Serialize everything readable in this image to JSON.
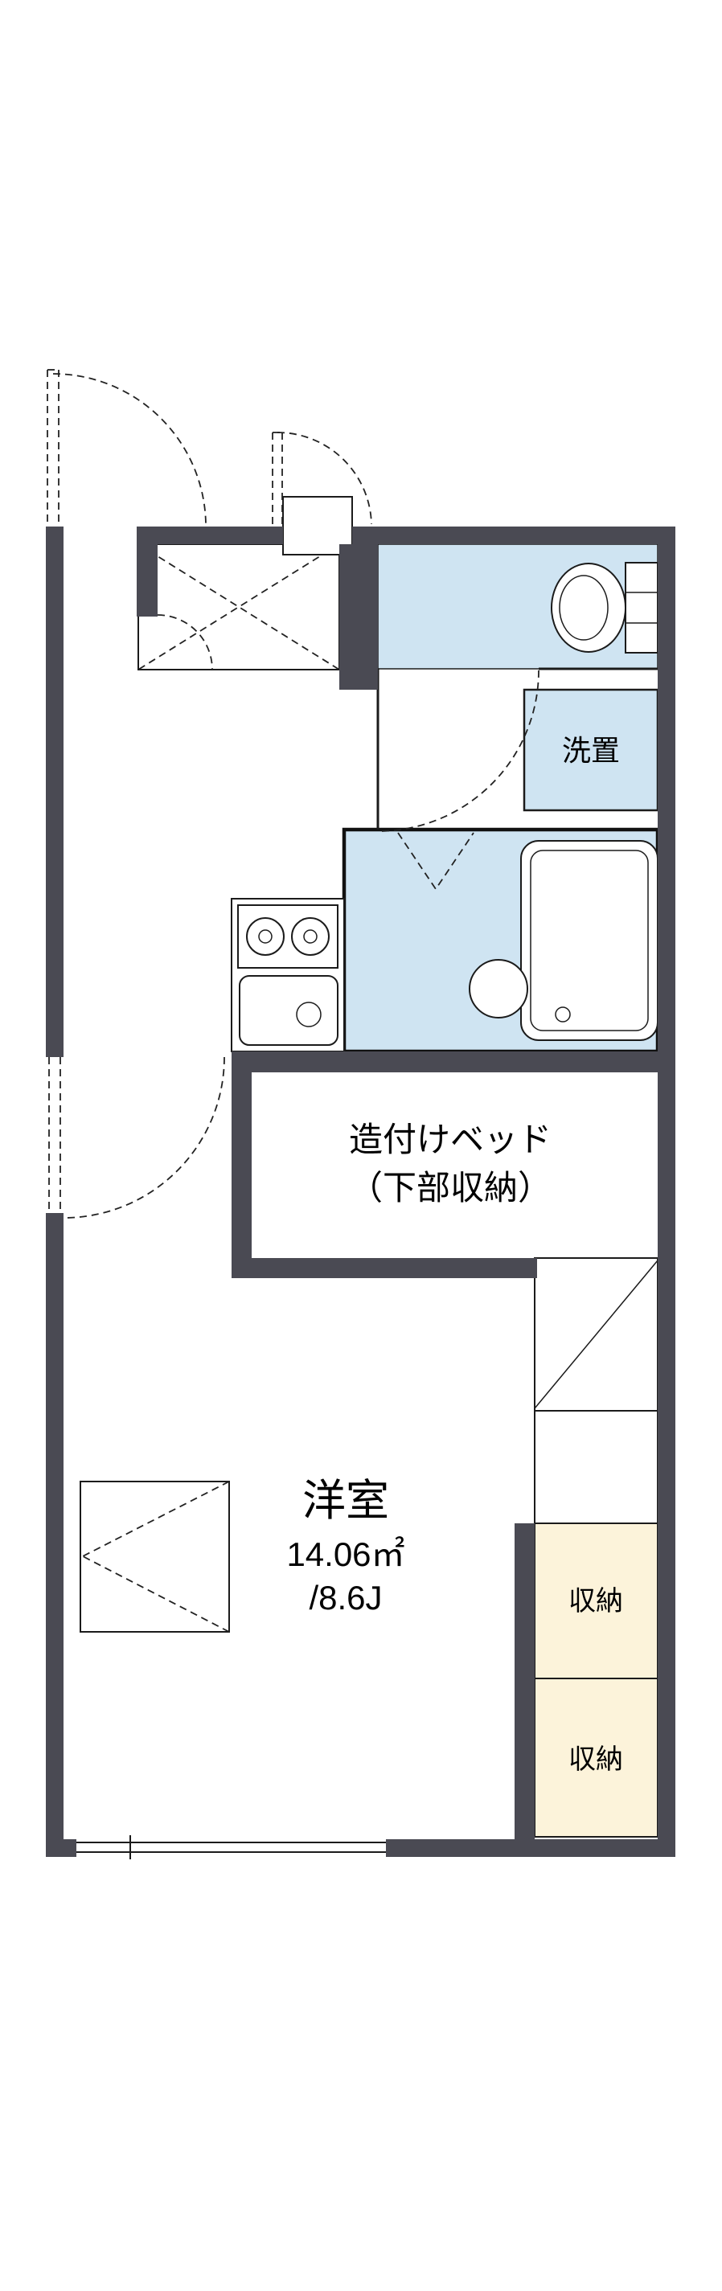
{
  "floorplan": {
    "labels": {
      "laundry": "洗置",
      "built_in_bed_line1": "造付けベッド",
      "built_in_bed_line2": "（下部収納）",
      "room": "洋室",
      "area_m2": "14.06㎡",
      "area_tatami": "/8.6J",
      "closet_upper": "収納",
      "closet_lower": "収納"
    },
    "colors": {
      "wall": "#4a4a53",
      "water_area": "#cfe4f2",
      "storage_area": "#fcf3da",
      "line": "#1b1b1b",
      "background": "#ffffff"
    }
  }
}
